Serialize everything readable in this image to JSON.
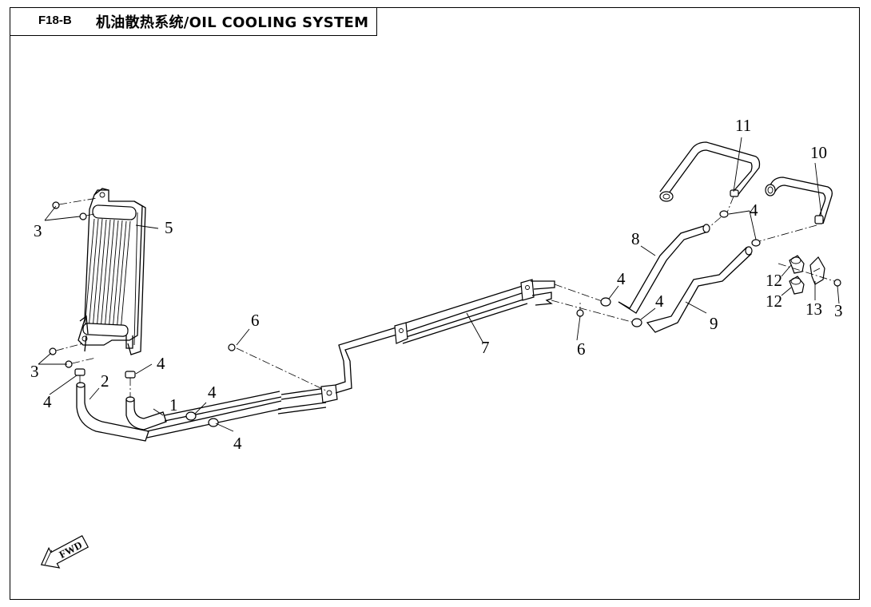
{
  "header": {
    "code": "F18-B",
    "title": "机油散热系统/OIL COOLING SYSTEM"
  },
  "fwd_label": "FWD",
  "callouts": {
    "c1": "1",
    "c2": "2",
    "c3a": "3",
    "c3b": "3",
    "c3c": "3",
    "c4a": "4",
    "c4b": "4",
    "c4c": "4",
    "c4d": "4",
    "c4e": "4",
    "c4f": "4",
    "c4g": "4",
    "c5": "5",
    "c6a": "6",
    "c6b": "6",
    "c7": "7",
    "c8": "8",
    "c9": "9",
    "c10": "10",
    "c11": "11",
    "c12a": "12",
    "c12b": "12",
    "c13": "13"
  }
}
